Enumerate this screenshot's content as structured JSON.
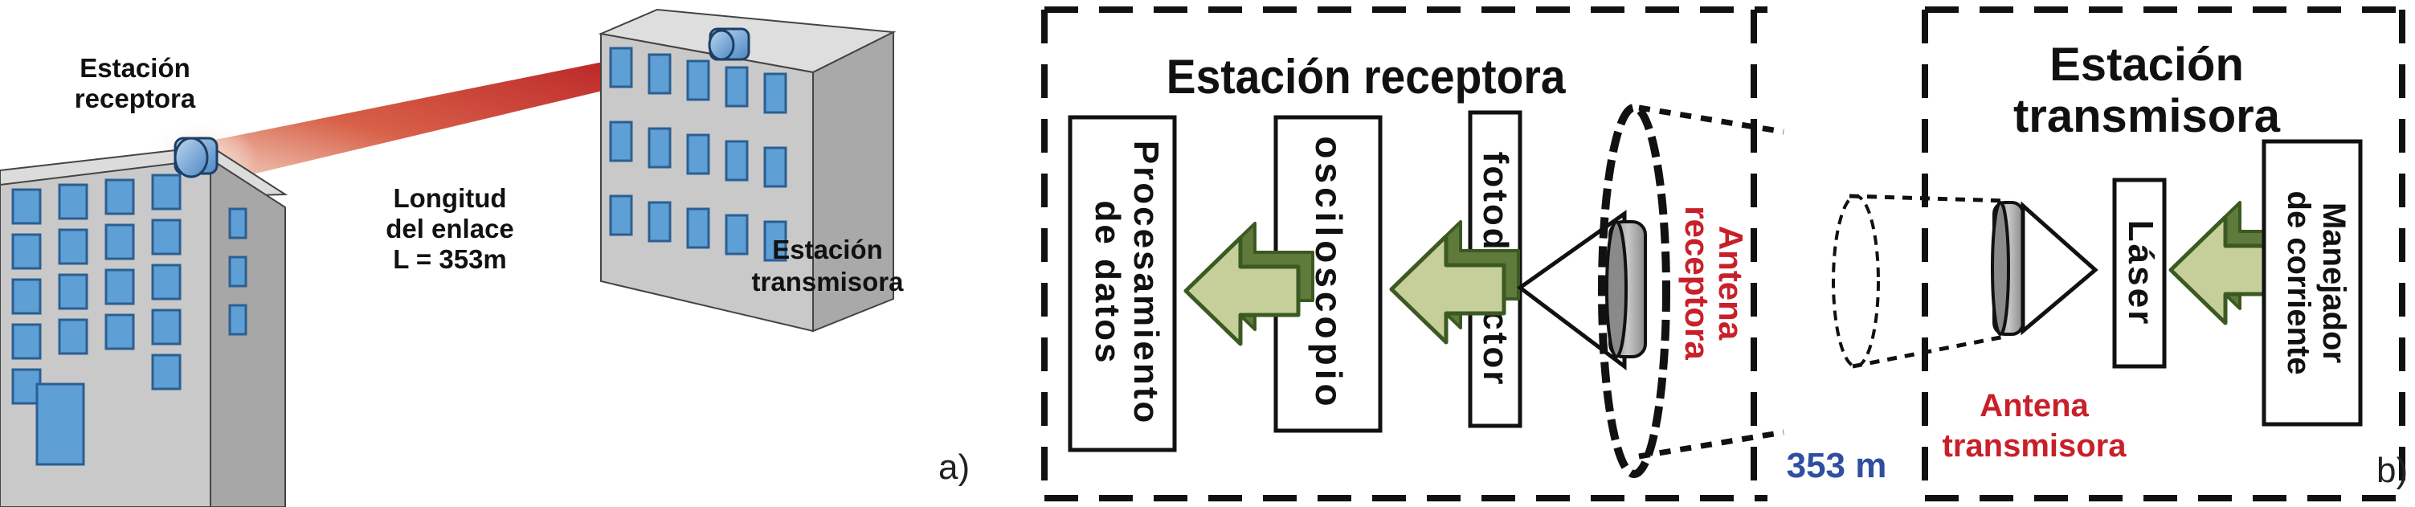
{
  "panel_a": {
    "receiver_label_line1": "Estación",
    "receiver_label_line2": "receptora",
    "link_label_line1": "Longitud",
    "link_label_line2": "del enlace",
    "link_label_line3": "L = 353m",
    "transmitter_label_line1": "Estación",
    "transmitter_label_line2": "transmisora",
    "tag": "a)"
  },
  "panel_b": {
    "receiver_station_title": "Estación receptora",
    "transmitter_station_title_line1": "Estación",
    "transmitter_station_title_line2": "transmisora",
    "processing_block_line1": "Procesamiento",
    "processing_block_line2": "de datos",
    "oscilloscope_block": "osciloscopio",
    "photodetector_block": "fotodetector",
    "receiving_antenna_line1": "Antena",
    "receiving_antenna_line2": "receptora",
    "distance_label": "353 m",
    "transmitting_antenna_line1": "Antena",
    "transmitting_antenna_line2": "transmisora",
    "laser_block": "Láser",
    "current_driver_line1": "Manejador",
    "current_driver_line2": "de corriente",
    "tag": "b)"
  },
  "colors": {
    "beam": "#c0121f",
    "antenna_label": "#c8202a",
    "distance_label": "#2f4fa0",
    "arrow_fill": "#c6cf9a",
    "arrow_stroke": "#3a5a22",
    "building_front": "#c9c9c9",
    "building_side": "#a9a9a9",
    "window": "#5e9fd6"
  }
}
